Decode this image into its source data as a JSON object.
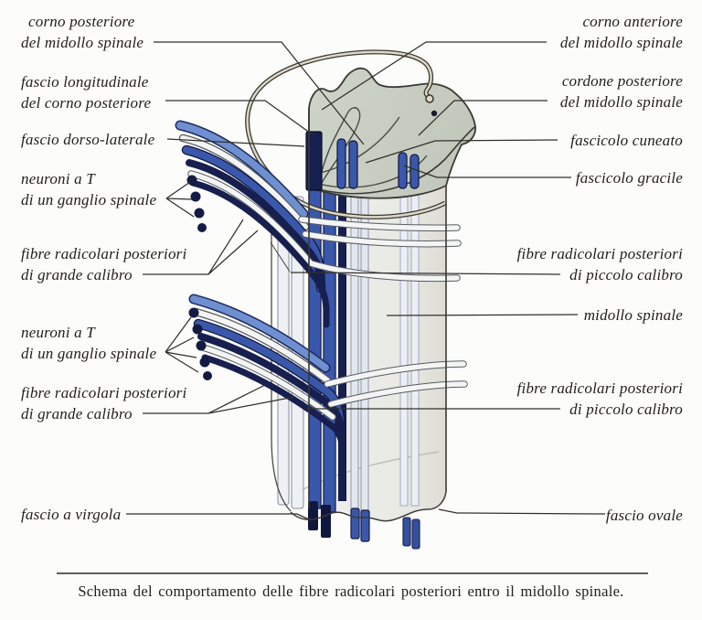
{
  "figure": {
    "caption": "Schema del comportamento delle fibre radicolari posteriori entro il midollo spinale.",
    "labels": {
      "left": [
        {
          "id": "corno-posteriore",
          "line1": "corno posteriore",
          "line2": "del midollo spinale"
        },
        {
          "id": "fascio-longitudinale",
          "line1": "fascio longitudinale",
          "line2": "del corno posteriore"
        },
        {
          "id": "fascio-dorso-laterale",
          "line1": "fascio dorso-laterale"
        },
        {
          "id": "neuroni-a-t-1",
          "line1": "neuroni a T",
          "line2": "di un ganglio spinale"
        },
        {
          "id": "fibre-grande-calibro-1",
          "line1": "fibre radicolari posteriori",
          "line2": "di grande calibro"
        },
        {
          "id": "neuroni-a-t-2",
          "line1": "neuroni a T",
          "line2": "di un ganglio spinale"
        },
        {
          "id": "fibre-grande-calibro-2",
          "line1": "fibre radicolari posteriori",
          "line2": "di grande calibro"
        },
        {
          "id": "fascio-a-virgola",
          "line1": "fascio a virgola"
        }
      ],
      "right": [
        {
          "id": "corno-anteriore",
          "line1": "corno anteriore",
          "line2": "del midollo spinale"
        },
        {
          "id": "cordone-posteriore",
          "line1": "cordone posteriore",
          "line2": "del midollo spinale"
        },
        {
          "id": "fascicolo-cuneato",
          "line1": "fascicolo cuneato"
        },
        {
          "id": "fascicolo-gracile",
          "line1": "fascicolo gracile"
        },
        {
          "id": "fibre-piccolo-calibro-1",
          "line1": "fibre radicolari posteriori",
          "line2": "di piccolo calibro"
        },
        {
          "id": "midollo-spinale",
          "line1": "midollo spinale"
        },
        {
          "id": "fibre-piccolo-calibro-2",
          "line1": "fibre radicolari posteriori",
          "line2": "di piccolo calibro"
        },
        {
          "id": "fascio-ovale",
          "line1": "fascio ovale"
        }
      ]
    }
  },
  "colors": {
    "background": "#fcfcfa",
    "label_ink": "#211e1a",
    "line_ink": "#32302c",
    "cord_face": "#ebebe6",
    "cord_face_dark": "#dedcd4",
    "top_surface": "#c9cfc3",
    "loop_fill": "#ded8c6",
    "blue": "#3a58ab",
    "light_blue": "#6e8fd0",
    "navy": "#161f4e",
    "pale_band": "#eef0f3",
    "pale_stripe": "#e3e8f0",
    "pale_stripe_edge": "#8b96ad",
    "outline_ink": "#3a3a35"
  }
}
